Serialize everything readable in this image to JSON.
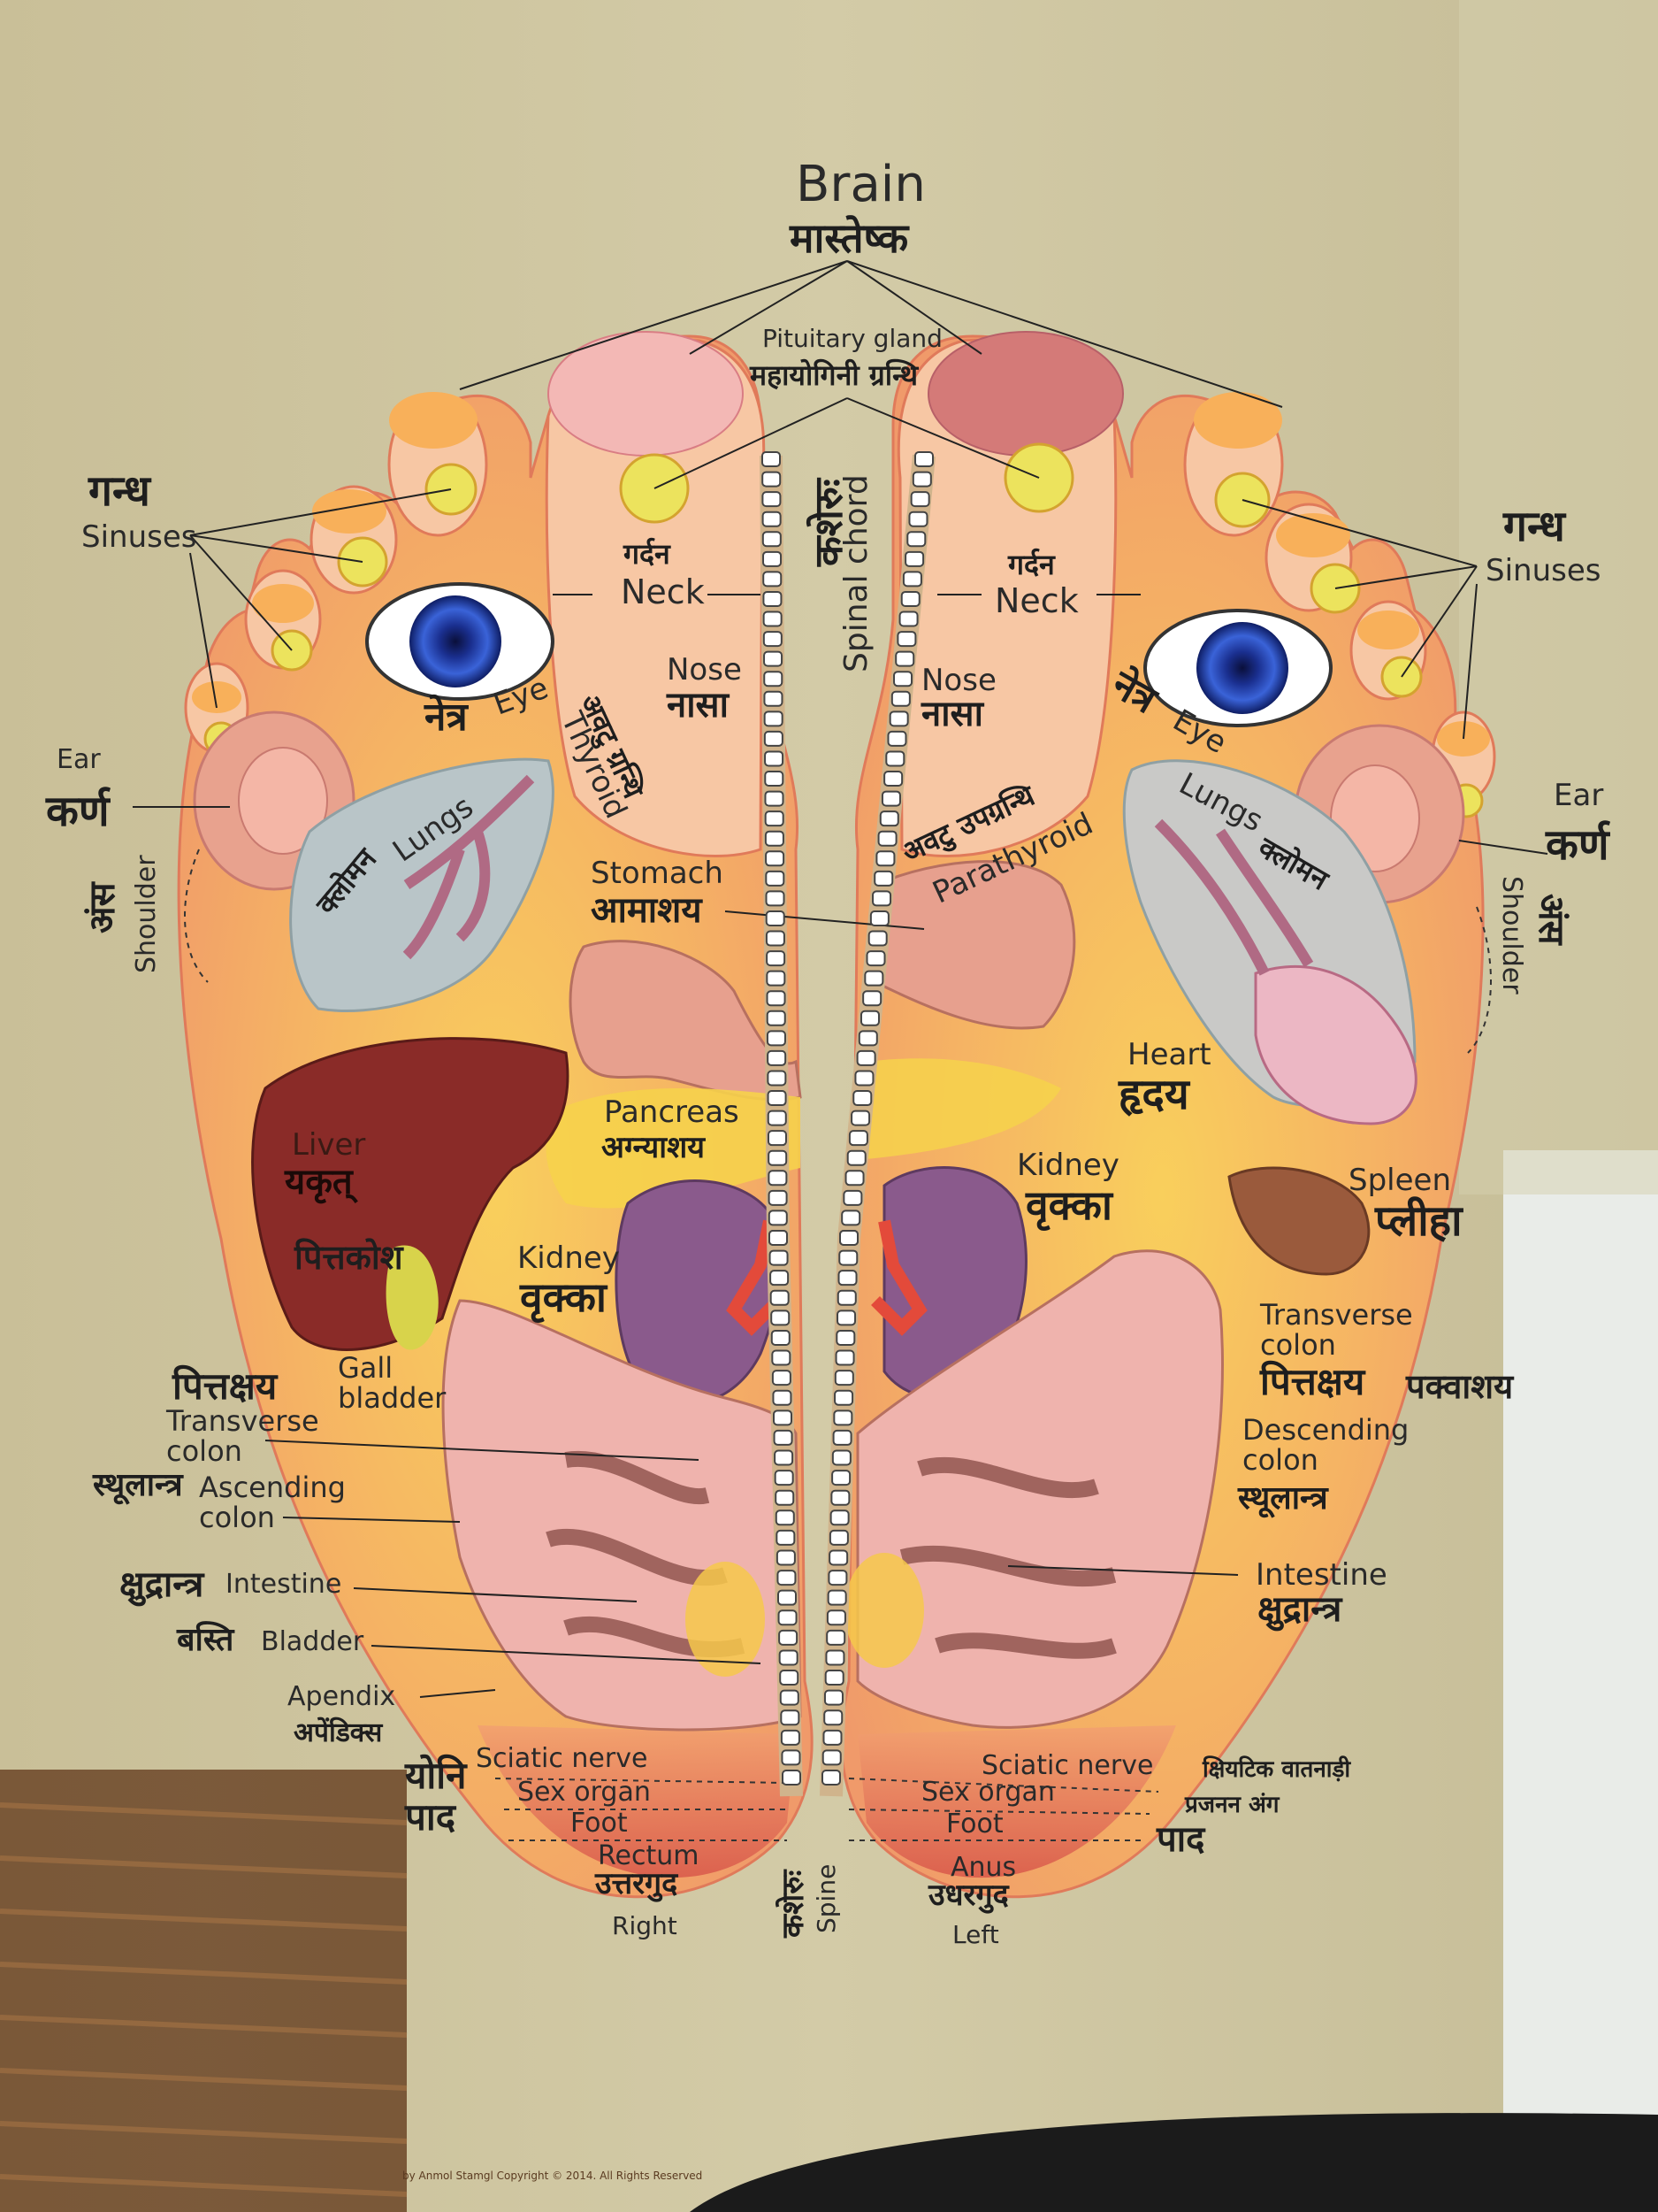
{
  "labels": {
    "brain_en": "Brain",
    "brain_hi": "मास्तेष्क",
    "pituitary_en": "Pituitary gland",
    "pituitary_hi": "महायोगिनी ग्रन्थि",
    "sinuses_en_l": "Sinuses",
    "sinuses_hi_l": "गन्ध",
    "sinuses_en_r": "Sinuses",
    "sinuses_hi_r": "गन्ध",
    "neck_en_l": "Neck",
    "neck_hi_l": "गर्दन",
    "neck_en_r": "Neck",
    "neck_hi_r": "गर्दन",
    "spinal_en": "Spinal chord",
    "spinal_hi": "कशेरुः",
    "eye_en_l": "Eye",
    "eye_hi_l": "नेत्र",
    "eye_en_r": "Eye",
    "eye_hi_r": "नेत्र",
    "nose_en_l": "Nose",
    "nose_hi_l": "नासा",
    "nose_en_r": "Nose",
    "nose_hi_r": "नासा",
    "thyroid_en": "Thyroid",
    "thyroid_hi": "अवटु ग्रन्थि",
    "parathyroid_en": "Parathyroid",
    "parathyroid_hi": "अवटु उपग्रन्थि",
    "ear_en_l": "Ear",
    "ear_hi_l": "कर्ण",
    "ear_en_r": "Ear",
    "ear_hi_r": "कर्ण",
    "shoulder_en_l": "Shoulder",
    "shoulder_hi_l": "अंस",
    "shoulder_en_r": "Shoulder",
    "shoulder_hi_r": "अंस",
    "lungs_en_l": "Lungs",
    "lungs_hi_l": "क्लोमन",
    "lungs_en_r": "Lungs",
    "lungs_hi_r": "क्लोमन",
    "stomach_en": "Stomach",
    "stomach_hi": "आमाशय",
    "heart_en": "Heart",
    "heart_hi": "हृदय",
    "liver_en": "Liver",
    "liver_hi": "यकृत्",
    "pancreas_en": "Pancreas",
    "pancreas_hi": "अग्न्याशय",
    "gall_hi": "पित्तकोश",
    "gall_en": "Gall bladder",
    "kidney_en_l": "Kidney",
    "kidney_hi_l": "वृक्का",
    "kidney_en_r": "Kidney",
    "kidney_hi_r": "वृक्का",
    "spleen_en": "Spleen",
    "spleen_hi": "प्लीहा",
    "tcolon_hi_l": "पित्तक्षय",
    "tcolon_en_l": "Transverse colon",
    "tcolon_en_r": "Transverse colon",
    "tcolon_hi_r": "पित्तक्षय",
    "pakvashaya_hi": "पक्वाशय",
    "ascending_hi": "स्थूलान्त्र",
    "ascending_en": "Ascending colon",
    "descending_en": "Descending colon",
    "descending_hi": "स्थूलान्त्र",
    "intestine_hi_l": "क्षुद्रान्त्र",
    "intestine_en_l": "Intestine",
    "intestine_en_r": "Intestine",
    "intestine_hi_r": "क्षुद्रान्त्र",
    "bladder_hi": "बस्ति",
    "bladder_en": "Bladder",
    "apendix_en": "Apendix",
    "apendix_hi": "अपेंडिक्स",
    "yoni_hi": "योनि",
    "paad_hi_l": "पाद",
    "sciatic_en_l": "Sciatic nerve",
    "sexorgan_en_l": "Sex organ",
    "foot_en_l": "Foot",
    "rectum_en": "Rectum",
    "rectum_hi": "उत्तरगुद",
    "right_en": "Right",
    "spine_en": "Spine",
    "spine_hi": "कशेरुः",
    "sciatic_en_r": "Sciatic nerve",
    "sexorgan_en_r": "Sex organ",
    "foot_en_r": "Foot",
    "anus_en": "Anus",
    "anus_hi": "उधरगुद",
    "left_en": "Left",
    "sciatic_hi_r": "क्षियटिक वातनाड़ी",
    "prajanan_hi": "प्रजनन अंग",
    "paad_hi_r": "पाद",
    "copyright": "by Anmol Stamgl Copyright © 2014. All Rights Reserved"
  },
  "colors": {
    "poster_bg": "#cfc6a0",
    "foot_orange": "#f3a766",
    "foot_core": "#f7c65a",
    "liver": "#8a2b28",
    "kidney": "#8a5a8c",
    "intestine": "#efb3ad",
    "lungs": "#b9c5c8",
    "eye_iris": "#1e3fa8",
    "spine_beads": "#ffffff"
  }
}
